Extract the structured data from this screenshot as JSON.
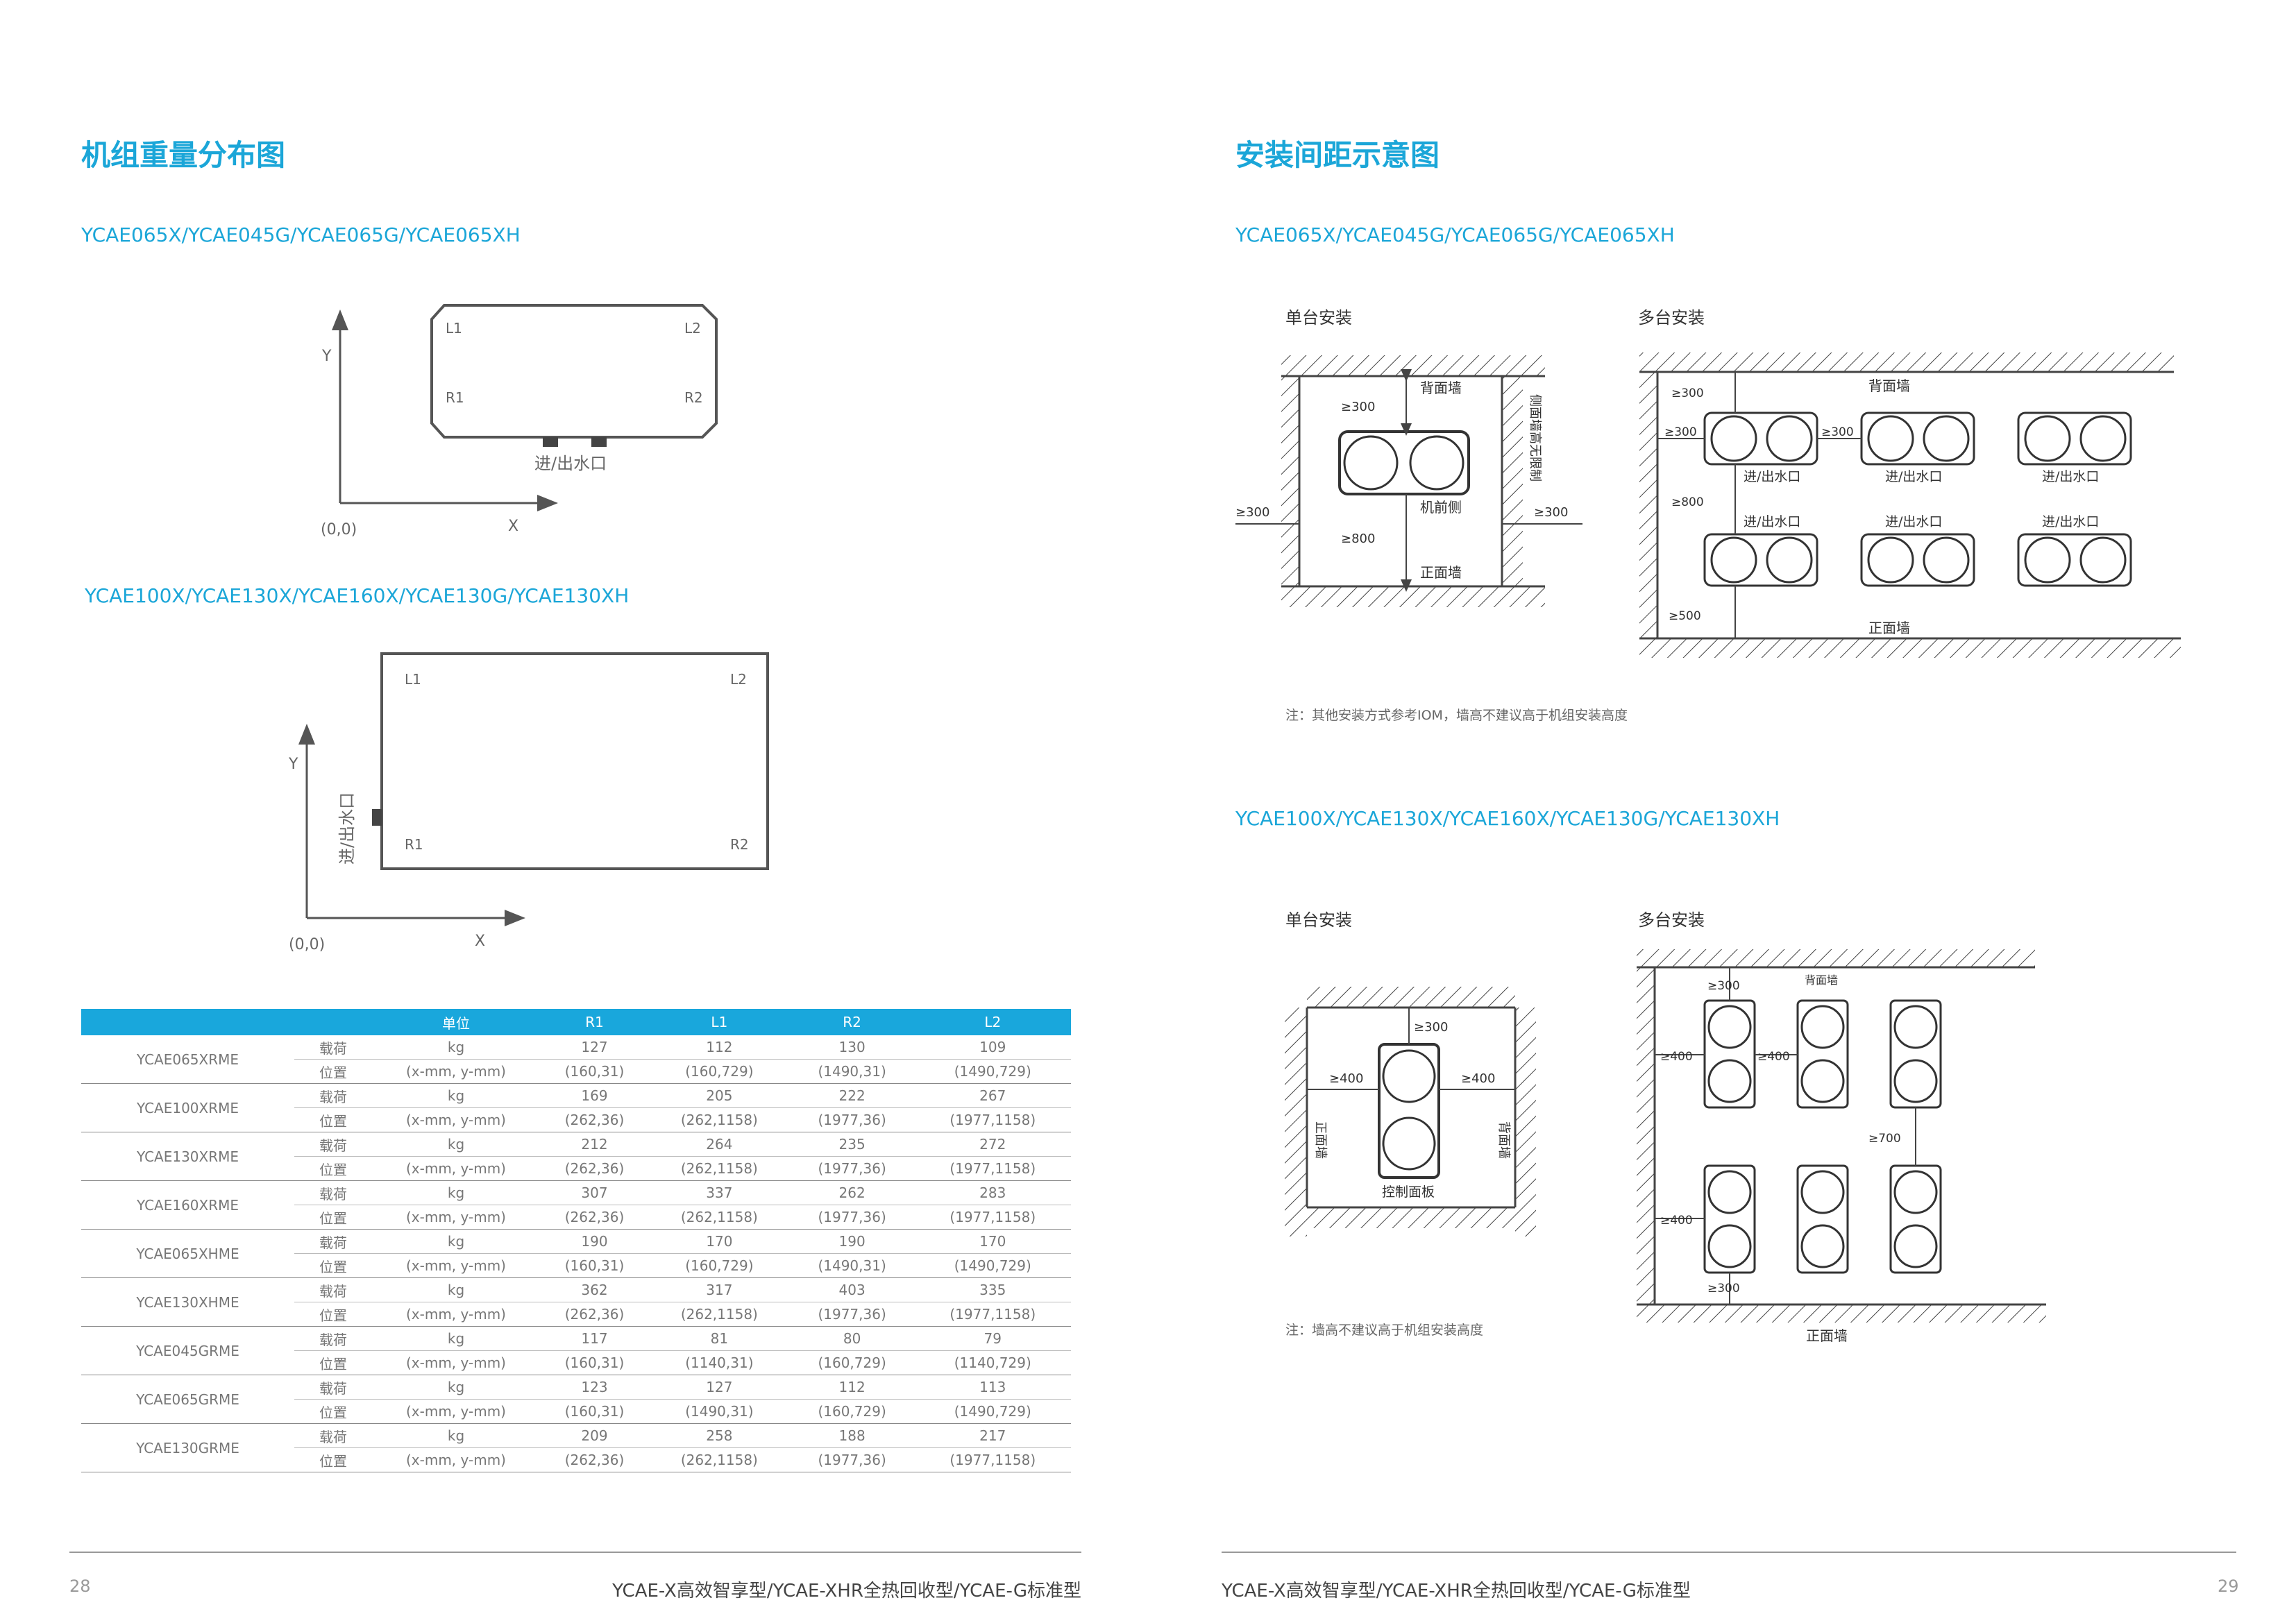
{
  "left": {
    "title": "机组重量分布图",
    "sub1": "YCAE065X/YCAE045G/YCAE065G/YCAE065XH",
    "sub2": "YCAE100X/YCAE130X/YCAE160X/YCAE130G/YCAE130XH",
    "diag1": {
      "y": "Y",
      "x": "X",
      "origin": "(0,0)",
      "l1": "L1",
      "l2": "L2",
      "r1": "R1",
      "r2": "R2",
      "port": "进/出水口"
    },
    "diag2": {
      "y": "Y",
      "x": "X",
      "origin": "(0,0)",
      "l1": "L1",
      "l2": "L2",
      "r1": "R1",
      "r2": "R2",
      "port": "进/出水口"
    },
    "table": {
      "headers": [
        "",
        "",
        "单位",
        "R1",
        "L1",
        "R2",
        "L2"
      ],
      "rows": [
        {
          "model": "YCAE065XRME",
          "load": [
            "载荷",
            "kg",
            "127",
            "112",
            "130",
            "109"
          ],
          "pos": [
            "位置",
            "(x-mm, y-mm)",
            "(160,31)",
            "(160,729)",
            "(1490,31)",
            "(1490,729)"
          ]
        },
        {
          "model": "YCAE100XRME",
          "load": [
            "载荷",
            "kg",
            "169",
            "205",
            "222",
            "267"
          ],
          "pos": [
            "位置",
            "(x-mm, y-mm)",
            "(262,36)",
            "(262,1158)",
            "(1977,36)",
            "(1977,1158)"
          ]
        },
        {
          "model": "YCAE130XRME",
          "load": [
            "载荷",
            "kg",
            "212",
            "264",
            "235",
            "272"
          ],
          "pos": [
            "位置",
            "(x-mm, y-mm)",
            "(262,36)",
            "(262,1158)",
            "(1977,36)",
            "(1977,1158)"
          ]
        },
        {
          "model": "YCAE160XRME",
          "load": [
            "载荷",
            "kg",
            "307",
            "337",
            "262",
            "283"
          ],
          "pos": [
            "位置",
            "(x-mm, y-mm)",
            "(262,36)",
            "(262,1158)",
            "(1977,36)",
            "(1977,1158)"
          ]
        },
        {
          "model": "YCAE065XHME",
          "load": [
            "载荷",
            "kg",
            "190",
            "170",
            "190",
            "170"
          ],
          "pos": [
            "位置",
            "(x-mm, y-mm)",
            "(160,31)",
            "(160,729)",
            "(1490,31)",
            "(1490,729)"
          ]
        },
        {
          "model": "YCAE130XHME",
          "load": [
            "载荷",
            "kg",
            "362",
            "317",
            "403",
            "335"
          ],
          "pos": [
            "位置",
            "(x-mm, y-mm)",
            "(262,36)",
            "(262,1158)",
            "(1977,36)",
            "(1977,1158)"
          ]
        },
        {
          "model": "YCAE045GRME",
          "load": [
            "载荷",
            "kg",
            "117",
            "81",
            "80",
            "79"
          ],
          "pos": [
            "位置",
            "(x-mm, y-mm)",
            "(160,31)",
            "(1140,31)",
            "(160,729)",
            "(1140,729)"
          ]
        },
        {
          "model": "YCAE065GRME",
          "load": [
            "载荷",
            "kg",
            "123",
            "127",
            "112",
            "113"
          ],
          "pos": [
            "位置",
            "(x-mm, y-mm)",
            "(160,31)",
            "(1490,31)",
            "(160,729)",
            "(1490,729)"
          ]
        },
        {
          "model": "YCAE130GRME",
          "load": [
            "载荷",
            "kg",
            "209",
            "258",
            "188",
            "217"
          ],
          "pos": [
            "位置",
            "(x-mm, y-mm)",
            "(262,36)",
            "(262,1158)",
            "(1977,36)",
            "(1977,1158)"
          ]
        }
      ]
    },
    "page_no": "28",
    "footer": "YCAE-X高效智享型/YCAE-XHR全热回收型/YCAE-G标准型"
  },
  "right": {
    "title": "安装间距示意图",
    "sub1": "YCAE065X/YCAE045G/YCAE065G/YCAE065XH",
    "sub2": "YCAE100X/YCAE130X/YCAE160X/YCAE130G/YCAE130XH",
    "single1": {
      "label": "单台安装",
      "back_wall": "背面墙",
      "front_wall": "正面墙",
      "front_side": "机前侧",
      "side_wall": "侧面墙高无限制",
      "d_top": "≥300",
      "d_left": "≥300",
      "d_right": "≥300",
      "d_bottom": "≥800"
    },
    "multi1": {
      "label": "多台安装",
      "back_wall": "背面墙",
      "front_wall": "正面墙",
      "d_top": "≥300",
      "d_left": "≥300",
      "d_gap": "≥300",
      "d_mid": "≥800",
      "d_bottom": "≥500",
      "port": "进/出水口"
    },
    "note1": "注：其他安装方式参考IOM，墙高不建议高于机组安装高度",
    "single2": {
      "label": "单台安装",
      "d_top": "≥300",
      "d_left": "≥400",
      "d_right": "≥400",
      "panel": "控制面板",
      "left_wall": "正面墙",
      "right_wall": "背面墙"
    },
    "multi2": {
      "label": "多台安装",
      "back_wall": "背面墙",
      "front_wall": "正面墙",
      "d_top": "≥300",
      "d_left1": "≥400",
      "d_gap": "≥400",
      "d_mid": "≥700",
      "d_left2": "≥400",
      "d_bottom": "≥300"
    },
    "note2": "注：墙高不建议高于机组安装高度",
    "page_no": "29",
    "footer": "YCAE-X高效智享型/YCAE-XHR全热回收型/YCAE-G标准型"
  }
}
